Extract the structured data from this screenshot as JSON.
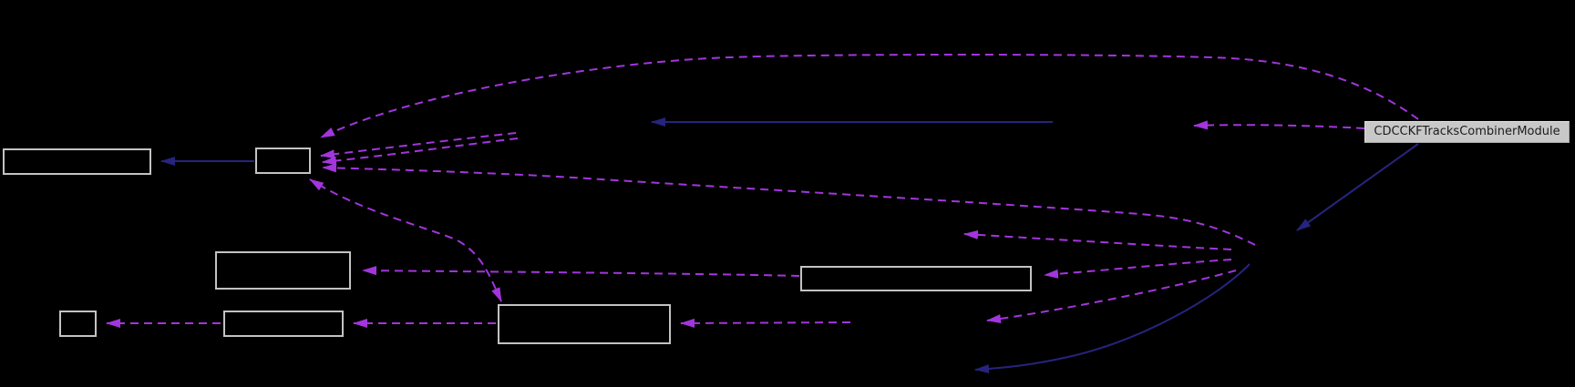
{
  "diagram": {
    "type": "collaboration-graph",
    "background_color": "#000000",
    "main_node": {
      "label": "CDCCKFTracksCombinerModule",
      "fill_color": "#c8c8c8",
      "text_color": "#1d1d1d"
    },
    "unlabeled_box_count": 7,
    "colors": {
      "usage_edge": "#a335dd",
      "inheritance_edge": "#26247e",
      "node_border": "#c3c3c3"
    }
  }
}
